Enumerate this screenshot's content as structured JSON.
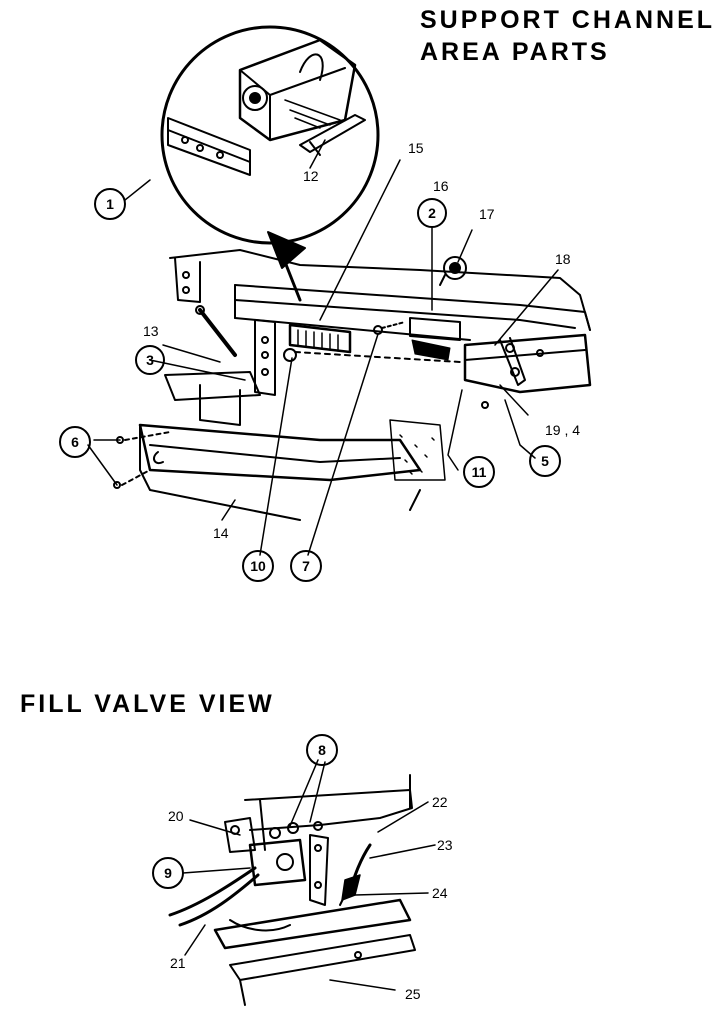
{
  "titles": {
    "support_channel": [
      "SUPPORT CHANNEL",
      "AREA PARTS"
    ],
    "fill_valve": "FILL VALVE VIEW"
  },
  "callouts": {
    "c1": "1",
    "c2": "2",
    "c3": "3",
    "c5": "5",
    "c6": "6",
    "c7": "7",
    "c8": "8",
    "c9": "9",
    "c10": "10",
    "c11": "11"
  },
  "labels": {
    "l12": "12",
    "l13": "13",
    "l14": "14",
    "l15": "15",
    "l16": "16",
    "l17": "17",
    "l18": "18",
    "l19": "19 , 4",
    "l20": "20",
    "l21": "21",
    "l22": "22",
    "l23": "23",
    "l24": "24",
    "l25": "25"
  }
}
